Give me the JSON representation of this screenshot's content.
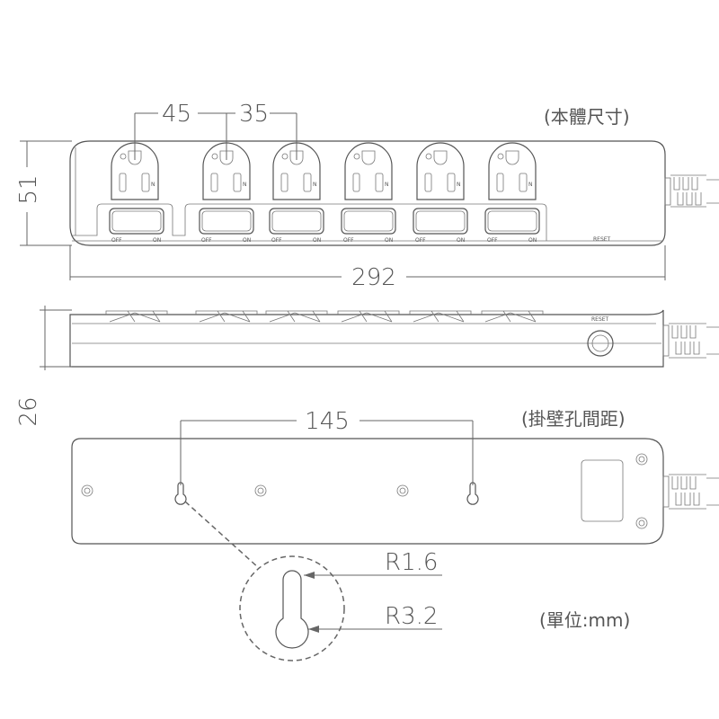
{
  "labels": {
    "body_size": "(本體尺寸)",
    "hole_spacing": "(掛壁孔間距)",
    "unit": "(單位:mm)"
  },
  "dimensions": {
    "outlet_pitch_first": "45",
    "outlet_pitch": "35",
    "height_top": "51",
    "length": "292",
    "thickness": "26",
    "hole_spacing": "145",
    "slot_radius": "R1.6",
    "head_radius": "R3.2"
  },
  "switch": {
    "off": "OFF",
    "on": "ON",
    "neutral_mark": "N"
  },
  "reset_label": "RESET",
  "outlet_count": 6,
  "colors": {
    "line": "#555555",
    "background": "#ffffff"
  }
}
